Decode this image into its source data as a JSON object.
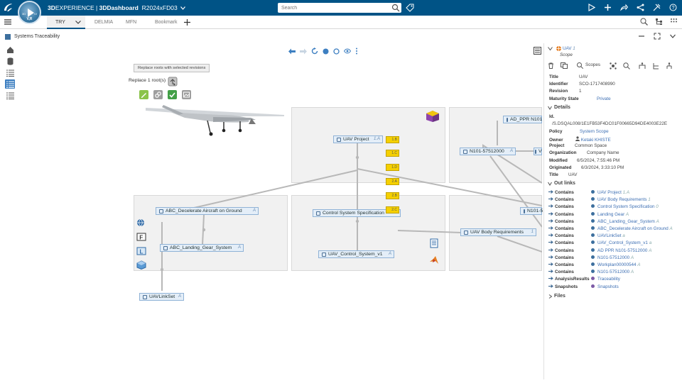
{
  "app": {
    "brand_prefix": "3D",
    "brand_word": "EXPERIENCE | ",
    "brand_dash": "3DDashboard",
    "tenant": "R2024xFD03",
    "compass_3d": "3D",
    "compass_iv": "IV",
    "compass_v": "V,R"
  },
  "search": {
    "placeholder": "Search"
  },
  "tabs": [
    {
      "label": "TRY"
    },
    {
      "label": "DELMIA"
    },
    {
      "label": "MFN"
    },
    {
      "label": "Bookmark"
    }
  ],
  "panel": {
    "title": "Systems Traceability"
  },
  "canvas": {
    "tooltip": "Replace roots with selected revisions",
    "replace_label": "Replace 1 root(s)",
    "nodes": [
      {
        "label": "UAV Project",
        "ver": "1.A"
      },
      {
        "label": "AD_PPR N101",
        "ver": ""
      },
      {
        "label": "N101-57512000",
        "ver": "A"
      },
      {
        "label": "V",
        "ver": ""
      },
      {
        "label": "ABC_Decelerate Aircraft on Ground",
        "ver": "A"
      },
      {
        "label": "ABC_Landing_Gear_System",
        "ver": "A"
      },
      {
        "label": "Control System Specification",
        "ver": ""
      },
      {
        "label": "UAV_Control_System_v1",
        "ver": "A"
      },
      {
        "label": "N101-5",
        "ver": ""
      },
      {
        "label": "UAV Body Requirements",
        "ver": "1"
      },
      {
        "label": "UAVLinkSet",
        "ver": "A"
      }
    ],
    "badges": [
      "1.B",
      "1.C",
      "1.D",
      "2.A",
      "2.B",
      "2.C"
    ]
  },
  "props": {
    "name": "UAV",
    "name_ver": "1",
    "type": "Scope",
    "title_k": "Title",
    "title_v": "UAV",
    "identifier_k": "Identifier",
    "identifier_v": "SCO-1717408990",
    "revision_k": "Revision",
    "revision_v": "1",
    "maturity_k": "Maturity State",
    "maturity_v": "Private",
    "details_h": "Details",
    "id_k": "Id.",
    "id_v": "/S.DSQAL008/1E1FB53F4DC01F00665D94DE4003E22E",
    "policy_k": "Policy",
    "policy_v": "System Scope",
    "owner_k": "Owner",
    "owner_v": "Ketaki KHISTE",
    "project_k": "Project",
    "project_v": "Common Space",
    "org_k": "Organization",
    "org_v": "Company Name",
    "modified_k": "Modified",
    "modified_v": "6/5/2024, 7:55:46 PM",
    "originated_k": "Originated",
    "originated_v": "6/3/2024, 3:33:10 PM",
    "title2_k": "Title",
    "title2_v": "UAV",
    "outlinks_h": "Out links",
    "files_h": "Files",
    "scopes_label": "Scopes",
    "outlinks": [
      {
        "rel": "Contains",
        "tgt": "UAV Project",
        "sym": "1.A"
      },
      {
        "rel": "Contains",
        "tgt": "UAV Body Requirements",
        "sym": "1"
      },
      {
        "rel": "Contains",
        "tgt": "Control System Specification",
        "sym": "0"
      },
      {
        "rel": "Contains",
        "tgt": "Landing Gear",
        "sym": "A"
      },
      {
        "rel": "Contains",
        "tgt": "ABC_Landing_Gear_System",
        "sym": "A"
      },
      {
        "rel": "Contains",
        "tgt": "ABC_Decelerate Aircraft on Ground",
        "sym": "A"
      },
      {
        "rel": "Contains",
        "tgt": "UAVLinkSet",
        "sym": "a"
      },
      {
        "rel": "Contains",
        "tgt": "UAV_Control_System_v1",
        "sym": "a"
      },
      {
        "rel": "Contains",
        "tgt": "AD PPR N101-57512000",
        "sym": "A"
      },
      {
        "rel": "Contains",
        "tgt": "N101-57512000",
        "sym": "A"
      },
      {
        "rel": "Contains",
        "tgt": "Workplan00000544",
        "sym": "A"
      },
      {
        "rel": "Contains",
        "tgt": "N101-57512000",
        "sym": "A"
      },
      {
        "rel": "AnalysisResults",
        "tgt": "Traceability",
        "sym": ""
      },
      {
        "rel": "Snapshots",
        "tgt": "Snapshots",
        "sym": ""
      }
    ]
  }
}
